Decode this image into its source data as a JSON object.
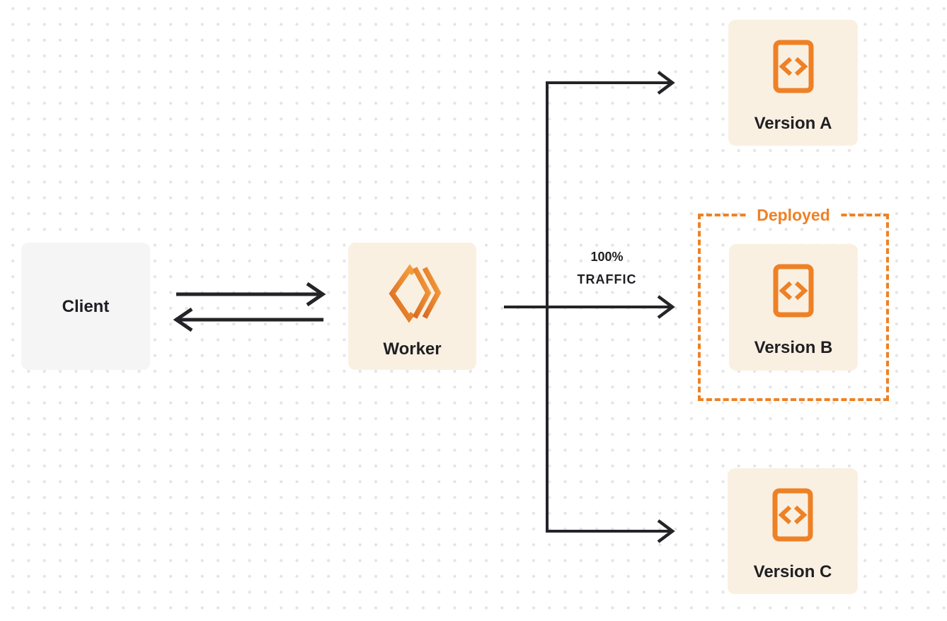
{
  "colors": {
    "accent": "#EE8125",
    "card-bg": "#FAF0E2",
    "client-bg": "#F5F5F6",
    "line": "#242428",
    "text": "#1F1F23",
    "dot": "#E4E4E4",
    "bg": "#FFFFFF",
    "logo-grad-start": "#DA6B22",
    "logo-grad-end": "#F5A03D"
  },
  "nodes": {
    "client": {
      "label": "Client"
    },
    "worker": {
      "label": "Worker",
      "icon": "cloudflare-workers-logo-icon"
    },
    "version_a": {
      "label": "Version A",
      "icon": "code-file-icon"
    },
    "version_b": {
      "label": "Version B",
      "icon": "code-file-icon"
    },
    "version_c": {
      "label": "Version C",
      "icon": "code-file-icon"
    }
  },
  "group": {
    "label": "Deployed"
  },
  "edges": {
    "client_worker": "bidirectional",
    "traffic_label_line1": "100%",
    "traffic_label_line2": "TRAFFIC"
  }
}
